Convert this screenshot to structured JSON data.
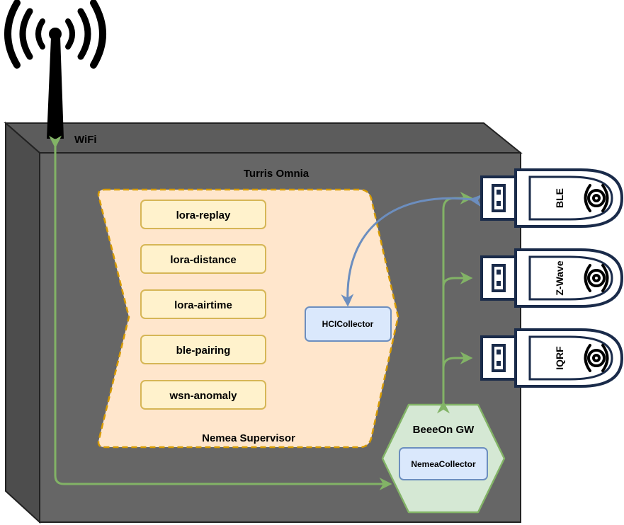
{
  "antenna": {
    "label": "WiFi"
  },
  "device": {
    "title": "Turris Omnia"
  },
  "supervisor": {
    "title": "Nemea Supervisor",
    "modules": [
      "lora-replay",
      "lora-distance",
      "lora-airtime",
      "ble-pairing",
      "wsn-anomaly"
    ],
    "collector": "HCICollector"
  },
  "gateway": {
    "title": "BeeeOn GW",
    "collector": "NemeaCollector"
  },
  "dongles": [
    "BLE",
    "Z-Wave",
    "IQRF"
  ],
  "colors": {
    "box_front": "#666666",
    "box_side": "#4d4d4d",
    "box_top": "#5c5c5c",
    "supervisor_fill": "#ffe6cc",
    "supervisor_stroke": "#d79b00",
    "module_fill": "#fff2cc",
    "module_stroke": "#d6b656",
    "collector_fill": "#dae8fc",
    "collector_stroke": "#6c8ebf",
    "gateway_fill": "#d5e8d4",
    "gateway_stroke": "#82b366",
    "green_arrow": "#82b366",
    "blue_arrow": "#6c8ebf",
    "dongle_stroke": "#1a2b4a"
  }
}
